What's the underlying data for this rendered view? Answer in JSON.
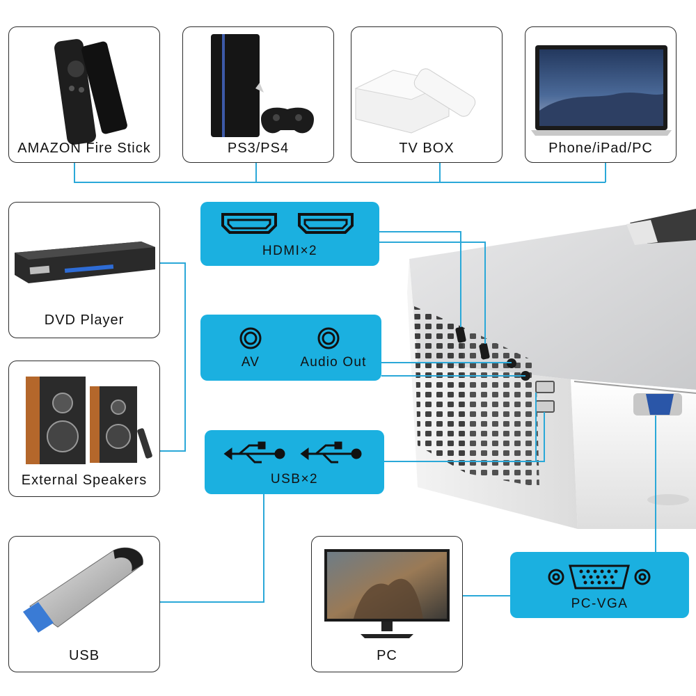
{
  "sources": {
    "amazon": "AMAZON Fire Stick",
    "ps": "PS3/PS4",
    "tvbox": "TV BOX",
    "phone": "Phone/iPad/PC"
  },
  "devices": {
    "dvd": "DVD Player",
    "speakers": "External Speakers",
    "usb": "USB",
    "pc": "PC"
  },
  "ports": {
    "hdmi": "HDMI×2",
    "av": "AV",
    "audio_out": "Audio Out",
    "usb": "USB×2",
    "vga": "PC-VGA"
  },
  "colors": {
    "accent": "#1bb0e0",
    "line": "#2aa8d8",
    "border": "#2a2a2a"
  },
  "icons": [
    "hdmi-port-icon",
    "audio-jack-icon",
    "usb-symbol-icon",
    "vga-port-icon"
  ]
}
